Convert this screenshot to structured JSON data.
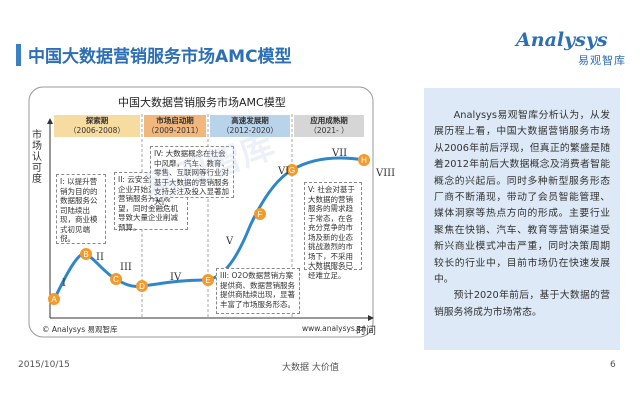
{
  "page": {
    "title": "中国大数据营销服务市场AMC模型",
    "logo_text": "nalysys",
    "logo_sub": "易观智库",
    "footer_date": "2015/10/15",
    "footer_center": "大数据    大价值",
    "page_number": "6"
  },
  "diagram": {
    "title": "中国大数据营销服务市场AMC模型",
    "y_axis_label": "市场认可度",
    "x_axis_label": "时间",
    "copyright": "© Analysys 易观智库",
    "website": "www.analysys.cn",
    "watermark": "易观智库",
    "phases": [
      {
        "name": "探索期",
        "years": "（2006-2008）",
        "color": "#f6dca0"
      },
      {
        "name": "市场启动期",
        "years": "（2009-2011）",
        "color": "#f2b77c"
      },
      {
        "name": "高速发展期",
        "years": "（2012-2020）",
        "color": "#b9d4ea"
      },
      {
        "name": "应用成熟期",
        "years": "（2021- ）",
        "color": "#d6d6d6"
      }
    ],
    "points": [
      "A",
      "B",
      "C",
      "D",
      "E",
      "F",
      "G",
      "H"
    ],
    "roman": [
      "I",
      "II",
      "III",
      "IV",
      "V",
      "VI",
      "VII",
      "VIII"
    ],
    "notes": [
      "I: 以提升营销为目的的数据服务公司陆续出现，商业模式初见端倪。",
      "II: 云安全问题导致企业开始对大数据营销服务开始观望，同时金融危机导致大量企业削减预算。",
      "III: O2O数据营销方案提供商、数据营销服务提供商陆续出现，显著丰富了市场服务形态。",
      "IV: 大数据概念在社会中风靡，汽车、教育、零售、互联网等行业对基于大数据的营销服务支持关注及投入显著加大。",
      "V: 社会对基于大数据的营销服务的需求趋于常态，在各充分竞争的市场及新的业态挑战激烈的市场下，不采用大数据服务已经难立足。"
    ]
  },
  "side_panel": {
    "paragraphs": [
      "Analysys易观智库分析认为，从发展历程上看，中国大数据营销服务市场从2006年前后浮现，但真正的繁盛是随着2012年前后大数据概念及消费者智能概念的兴起后。同时多种新型服务形态厂商不断涌现，带动了会员智能管理、媒体洞察等热点方向的形成。主要行业聚焦在快销、汽车、教育等营销渠道受新兴商业模式冲击严重，同时决策周期较长的行业中，目前市场仍在快速发展中。",
      "预计2020年前后，基于大数据的营销服务将成为市场常态。"
    ]
  },
  "colors": {
    "accent": "#2d6fb5",
    "curve": "#2f86c8",
    "point_fill": "#f39a2b",
    "side_bg": "#dde9f6"
  }
}
